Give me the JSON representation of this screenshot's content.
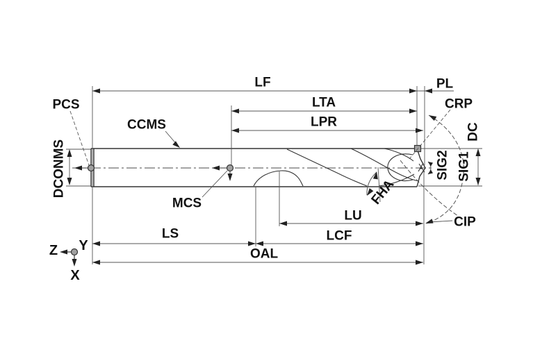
{
  "diagram": {
    "description": "Technical dimension diagram of a twist drill (cutting tool) with ISO-style parameter labels",
    "labels": {
      "lf": "LF",
      "pl": "PL",
      "lta": "LTA",
      "lpr": "LPR",
      "crp": "CRP",
      "dc": "DC",
      "sig2": "SIG2",
      "sig1": "SIG1",
      "cip": "CIP",
      "fha": "FHA",
      "lu": "LU",
      "lcf": "LCF",
      "ls": "LS",
      "oal": "OAL",
      "mcs": "MCS",
      "pcs": "PCS",
      "ccms": "CCMS",
      "dconms": "DCONMS"
    },
    "axes": {
      "x": "X",
      "y": "Y",
      "z": "Z"
    },
    "colors": {
      "background": "#ffffff",
      "line": "#3a3a3a",
      "thin_line": "#555555",
      "text": "#111111",
      "marker_fill": "#a0a0a0"
    }
  }
}
